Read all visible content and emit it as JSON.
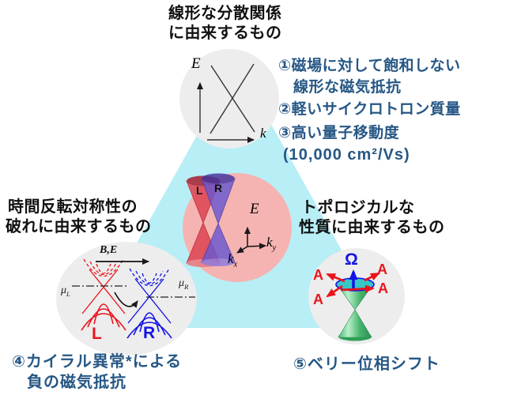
{
  "colors": {
    "accent_blue": "#265785",
    "red": "#e8141c",
    "vivid_blue": "#1212e6",
    "triangle_cyan": "#b8eef6",
    "circle_gray": "#ededed",
    "center_pink": "#f5b4b2",
    "cone_green": "#3fae62"
  },
  "top": {
    "title_line1": "線形な分散関係",
    "title_line2": "に由来するもの",
    "diagram": {
      "axis_e": "E",
      "axis_k": "k"
    }
  },
  "features": {
    "item1_line1": "①磁場に対して飽和しない",
    "item1_line2": "線形な磁気抵抗",
    "item2": "②軽いサイクロトロン質量",
    "item3": "③高い量子移動度",
    "item3_detail": "(10,000 cm²/Vs)"
  },
  "left": {
    "title_line1": "時間反転対称性の",
    "title_line2": "破れに由来するもの",
    "field_label": "B,E",
    "mu_left_main": "μ",
    "mu_left_sub": "L",
    "mu_right_main": "μ",
    "mu_right_sub": "R",
    "node_left": "L",
    "node_right": "R",
    "feature_line1": "④カイラル異常*による",
    "feature_line2": "負の磁気抵抗"
  },
  "right": {
    "title_line1": "トポロジカルな",
    "title_line2": "性質に由来するもの",
    "omega": "Ω",
    "a_labels": [
      "A",
      "A",
      "A",
      "A"
    ],
    "feature": "⑤ベリー位相シフト"
  },
  "center": {
    "cone_left": "L",
    "cone_right": "R",
    "axis_e": "E",
    "axis_kx_main": "k",
    "axis_kx_sub": "x",
    "axis_ky_main": "k",
    "axis_ky_sub": "y"
  }
}
